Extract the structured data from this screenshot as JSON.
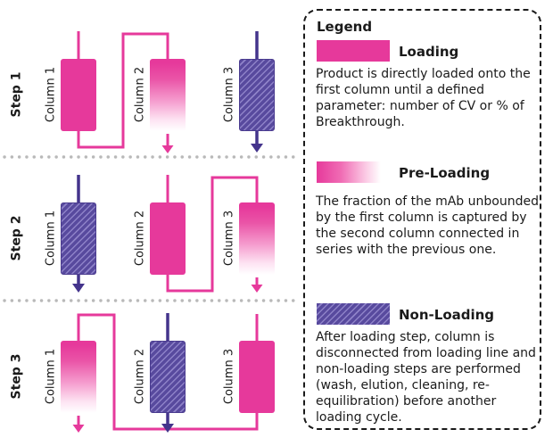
{
  "steps": [
    {
      "label": "Step 1",
      "columns": [
        {
          "label": "Column 1",
          "state": "loading"
        },
        {
          "label": "Column 2",
          "state": "pre-loading"
        },
        {
          "label": "Column 3",
          "state": "non-loading"
        }
      ]
    },
    {
      "label": "Step 2",
      "columns": [
        {
          "label": "Column 1",
          "state": "non-loading"
        },
        {
          "label": "Column 2",
          "state": "loading"
        },
        {
          "label": "Column 3",
          "state": "pre-loading"
        }
      ]
    },
    {
      "label": "Step 3",
      "columns": [
        {
          "label": "Column 1",
          "state": "pre-loading"
        },
        {
          "label": "Column 2",
          "state": "non-loading"
        },
        {
          "label": "Column 3",
          "state": "loading"
        }
      ]
    }
  ],
  "legend": {
    "title": "Legend",
    "entries": [
      {
        "label": "Loading",
        "swatch": "solid-pink",
        "description": "Product is directly loaded onto the first column until a defined parameter: number of CV or % of Breakthrough."
      },
      {
        "label": "Pre-Loading",
        "swatch": "pink-white-gradient",
        "description": "The fraction of the mAb unbounded by the first column is captured by the second column connected in series with the previous one."
      },
      {
        "label": "Non-Loading",
        "swatch": "purple-diagonal-hatch",
        "description": "After loading step, column is disconnected from loading line and non-loading steps are performed (wash, elution, cleaning, re-equilibration) before another loading cycle."
      }
    ]
  },
  "colors": {
    "pink": "#E6399B",
    "purple_fill": "#584A9E",
    "purple_hatch_light": "#8E82C8",
    "purple_line": "#44348C",
    "separator_dots": "#B9B9B9",
    "legend_border": "#1A1A1A"
  }
}
